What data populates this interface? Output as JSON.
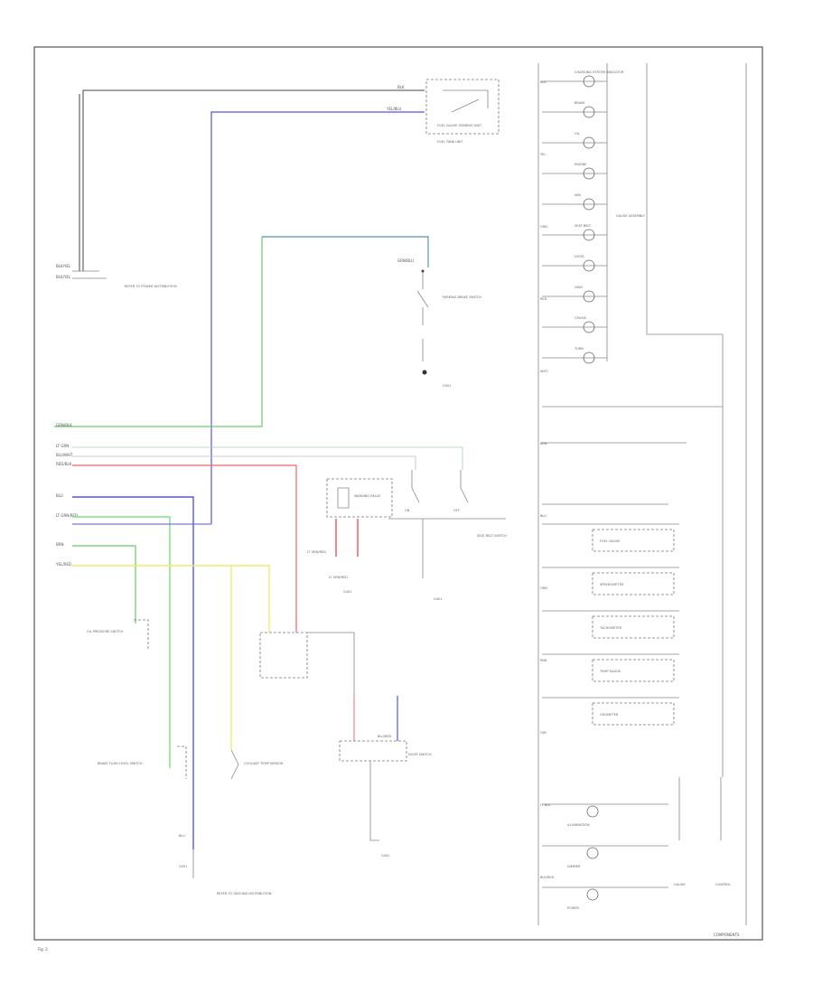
{
  "diagram": {
    "footer_left": "Fig. 2",
    "footer_right": "COMPONENTS",
    "fuel_tank": {
      "sender_label": "FUEL GAUGE SENDING UNIT",
      "unit_label": "FUEL TANK UNIT",
      "wire_top": "BLK",
      "wire_bottom": "YEL/BLU"
    },
    "left_top_connector": {
      "line1": "BLK/YEL",
      "line2": "BLK/YEL",
      "ref": "REFER TO POWER DISTRIBUTION"
    },
    "brake_switch": {
      "wire_top": "GRN/BLU",
      "label": "PARKING BRAKE SWITCH",
      "ground": "G501"
    },
    "left_wires": [
      "GRN/BLK",
      "LT GRN",
      "BLU/WHT",
      "RED/BLK",
      "BLU",
      "LT GRN/RED",
      "BRN",
      "YEL/RED"
    ],
    "relay": {
      "label": "WARNING RELAY",
      "contacts": [
        "ON",
        "OFF"
      ],
      "wire_a": "LT GRN/RED",
      "wire_b": "LT GRN/RED",
      "ground": "G401"
    },
    "seatbelt": {
      "label": "SEAT BELT SWITCH",
      "ground": "G401"
    },
    "left_devices": [
      "OIL PRESSURE SWITCH",
      "BRAKE FLUID LEVEL SWITCH",
      "COOLANT TEMP SENSOR"
    ],
    "bottom_left": {
      "wire": "BLU",
      "ground": "G551",
      "ref": "REFER TO GROUND DISTRIBUTION"
    },
    "bottom_mid": {
      "label": "DOOR SWITCH",
      "wire": "BLU/RED",
      "ground": "G401"
    },
    "cluster_lamps": [
      "CHARGING SYSTEM INDICATOR",
      "BRAKE",
      "OIL",
      "ENGINE",
      "ABS",
      "SEAT BELT",
      "DOOR",
      "HIGH",
      "CRUISE",
      "TURN"
    ],
    "cluster_right_label": "GAUGE ASSEMBLY",
    "cluster_modules": [
      "FUEL GAUGE",
      "SPEEDOMETER",
      "TACHOMETER",
      "TEMP GAUGE",
      "ODOMETER"
    ],
    "cluster_bottom": [
      "ILLUMINATION",
      "DIMMER",
      "POWER"
    ],
    "right_labels": [
      "GAUGE",
      "CONTROL"
    ],
    "right_wires": [
      "BLK",
      "YEL",
      "GRN",
      "RED",
      "WHT",
      "BRN",
      "BLU",
      "ORN",
      "PNK",
      "GRY",
      "LT BLU",
      "BLK/RED"
    ]
  }
}
